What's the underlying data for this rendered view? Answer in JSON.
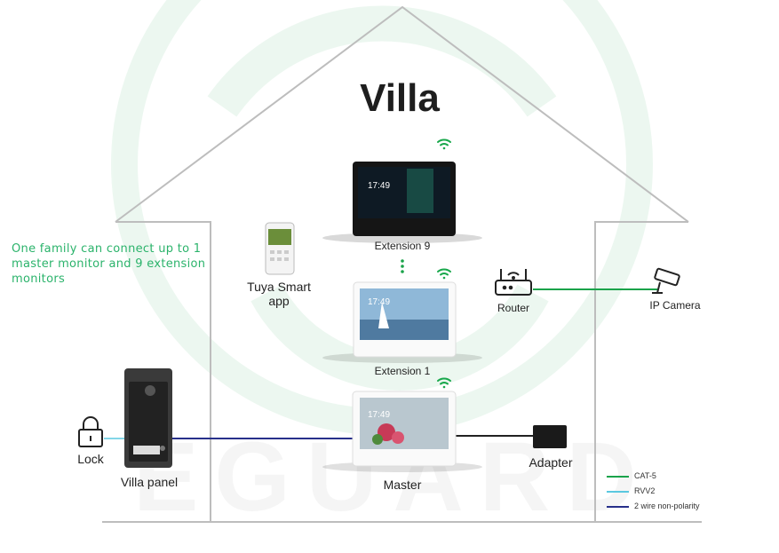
{
  "title": "Villa",
  "watermark": "EGUARD",
  "note": "One family can connect up to 1 master monitor and 9 extension monitors",
  "devices": {
    "extension9": "Extension 9",
    "extension1": "Extension 1",
    "master": "Master",
    "app": "Tuya Smart app",
    "router": "Router",
    "ip_camera": "IP Camera",
    "adapter": "Adapter",
    "lock": "Lock",
    "villa_panel": "Villa panel"
  },
  "screen_time": "17:49",
  "legend": [
    {
      "label": "CAT-5",
      "color": "#1aa34a"
    },
    {
      "label": "RVV2",
      "color": "#5ac8e0"
    },
    {
      "label": "2 wire non-polarity",
      "color": "#27308a"
    }
  ],
  "colors": {
    "accent": "#2bb36b",
    "wifi": "#19a84c",
    "house": "#bdbdbd"
  },
  "icons": [
    "wifi-icon",
    "router-icon",
    "ip-camera-icon",
    "lock-icon",
    "phone-icon",
    "adapter-icon"
  ]
}
